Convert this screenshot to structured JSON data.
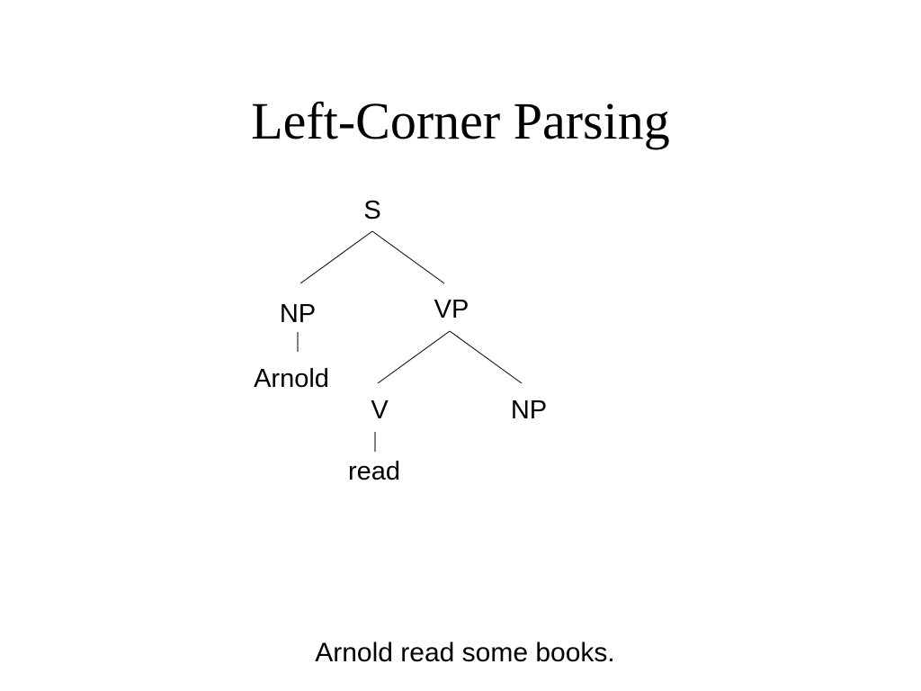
{
  "slide": {
    "title": "Left-Corner Parsing",
    "caption": "Arnold read some books."
  },
  "tree": {
    "nodes": {
      "s": "S",
      "np_subject": "NP",
      "vp": "VP",
      "arnold": "Arnold",
      "v": "V",
      "np_object": "NP",
      "read": "read"
    }
  }
}
